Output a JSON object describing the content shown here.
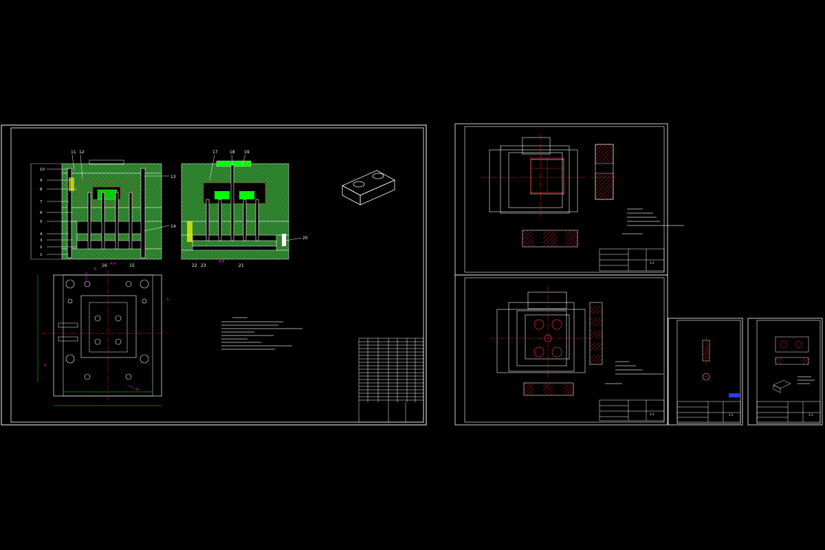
{
  "colors": {
    "background": "#000000",
    "frame": "#ffffff",
    "hatch_green": "#2e8b2e",
    "insert_green": "#00ff00",
    "centerline_red": "#ff2020",
    "magenta": "#ff00ff",
    "yellow": "#ffff00",
    "blue": "#2040ff",
    "part_line": "#e0e0e0"
  },
  "sheet1": {
    "part_numbers_left": [
      "10",
      "9",
      "8",
      "7",
      "6",
      "5",
      "4",
      "3",
      "2",
      "1"
    ],
    "part_numbers_top_left": [
      "11",
      "12"
    ],
    "part_numbers_top_right": [
      "17",
      "18",
      "19"
    ],
    "part_numbers_right": [
      "13",
      "14",
      "20"
    ],
    "part_numbers_bottom": [
      "16",
      "15",
      "22",
      "21",
      "23"
    ],
    "section_labels": [
      "A-A",
      "B-B"
    ],
    "section_marks": [
      "A",
      "A",
      "B",
      "B"
    ]
  },
  "sheet2": {
    "title_block_text": [
      "1:1"
    ]
  },
  "sheet3": {
    "title_block_text": [
      "1:1"
    ]
  },
  "sheet4": {
    "title_block_text": [
      "1:1"
    ]
  },
  "sheet5": {
    "title_block_text": [
      "1:1"
    ]
  }
}
